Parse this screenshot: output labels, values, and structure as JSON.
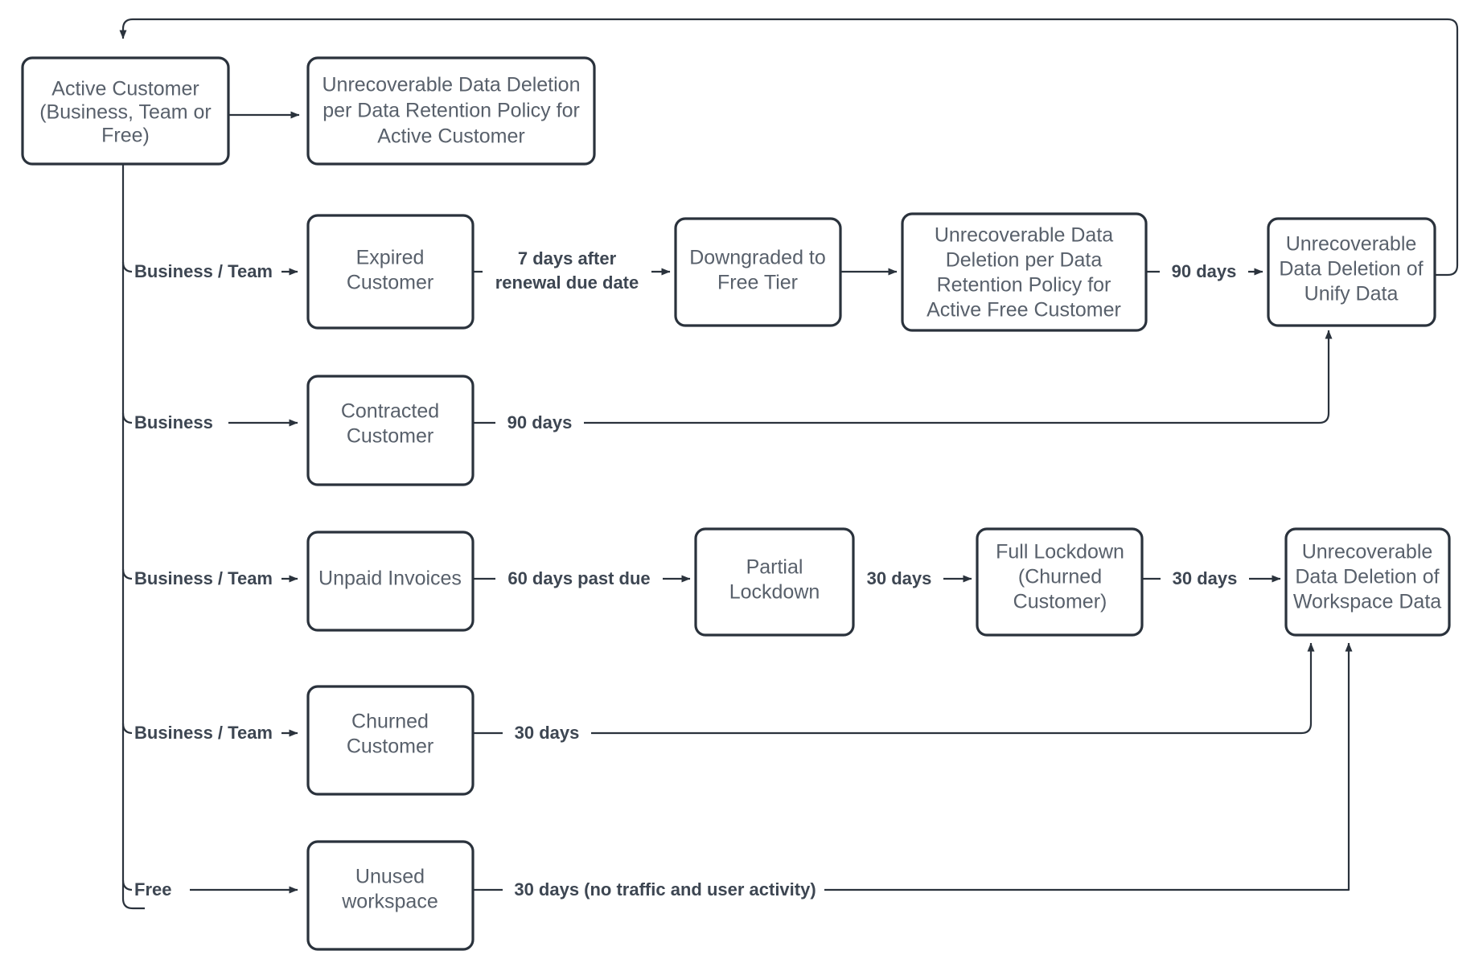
{
  "diagram": {
    "title": "Customer Lifecycle Data Retention Flowchart",
    "type": "flowchart",
    "direction": "left-to-right",
    "colors": {
      "node_stroke": "#2a323c",
      "node_fill": "#ffffff",
      "node_text": "#58606b",
      "edge_stroke": "#2a323c",
      "edge_label_text": "#3d4652",
      "background": "#ffffff"
    },
    "nodes": {
      "active_customer": {
        "id": "active_customer",
        "lines": [
          "Active Customer",
          "(Business, Team or",
          "Free)"
        ]
      },
      "unrec_active": {
        "id": "unrec_active",
        "lines": [
          "Unrecoverable Data Deletion",
          "per Data Retention Policy for",
          "Active Customer"
        ]
      },
      "expired_customer": {
        "id": "expired_customer",
        "lines": [
          "Expired",
          "Customer"
        ]
      },
      "downgraded_free": {
        "id": "downgraded_free",
        "lines": [
          "Downgraded to",
          "Free Tier"
        ]
      },
      "unrec_free": {
        "id": "unrec_free",
        "lines": [
          "Unrecoverable Data",
          "Deletion per Data",
          "Retention Policy for",
          "Active Free Customer"
        ]
      },
      "unrec_unify": {
        "id": "unrec_unify",
        "lines": [
          "Unrecoverable",
          "Data Deletion of",
          "Unify Data"
        ]
      },
      "contracted_customer": {
        "id": "contracted_customer",
        "lines": [
          "Contracted",
          "Customer"
        ]
      },
      "unpaid_invoices": {
        "id": "unpaid_invoices",
        "lines": [
          "Unpaid Invoices"
        ]
      },
      "partial_lockdown": {
        "id": "partial_lockdown",
        "lines": [
          "Partial",
          "Lockdown"
        ]
      },
      "full_lockdown": {
        "id": "full_lockdown",
        "lines": [
          "Full Lockdown",
          "(Churned",
          "Customer)"
        ]
      },
      "unrec_workspace": {
        "id": "unrec_workspace",
        "lines": [
          "Unrecoverable",
          "Data Deletion of",
          "Workspace Data"
        ]
      },
      "churned_customer": {
        "id": "churned_customer",
        "lines": [
          "Churned",
          "Customer"
        ]
      },
      "unused_workspace": {
        "id": "unused_workspace",
        "lines": [
          "Unused",
          "workspace"
        ]
      }
    },
    "edge_labels": {
      "branch_business_team_expired": "Business / Team",
      "branch_business_contracted": "Business",
      "branch_business_team_unpaid": "Business / Team",
      "branch_business_team_churned": "Business / Team",
      "branch_free_unused": "Free",
      "expired_to_downgraded_l1": "7 days after",
      "expired_to_downgraded_l2": "renewal due date",
      "unrecfree_to_unify": "90 days",
      "contracted_to_unify": "90 days",
      "unpaid_to_partial": "60 days past due",
      "partial_to_full": "30 days",
      "full_to_workspace": "30 days",
      "churned_to_workspace": "30 days",
      "unused_to_workspace": "30 days (no traffic and user activity)"
    }
  }
}
